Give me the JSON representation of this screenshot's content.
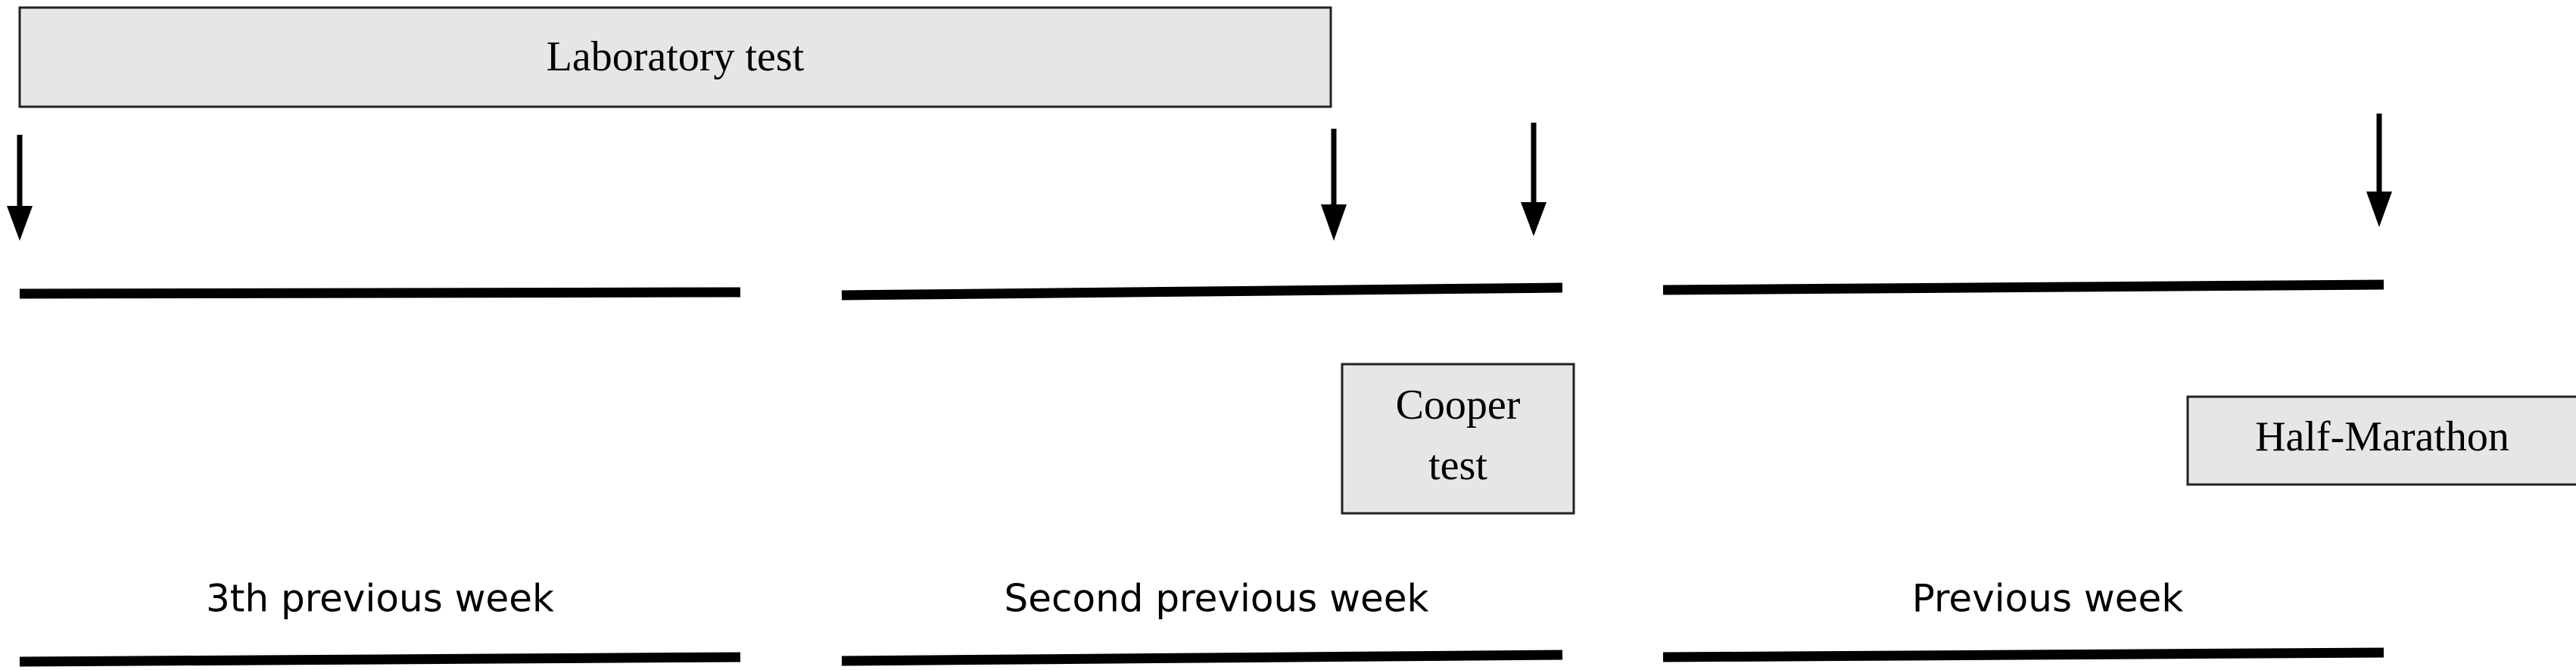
{
  "boxes": {
    "laboratory_test": "Laboratory test",
    "cooper_test_line1": "Cooper",
    "cooper_test_line2": "test",
    "half_marathon": "Half-Marathon"
  },
  "weeks": {
    "third_previous": "3th previous week",
    "second_previous": "Second previous week",
    "previous": "Previous week"
  }
}
